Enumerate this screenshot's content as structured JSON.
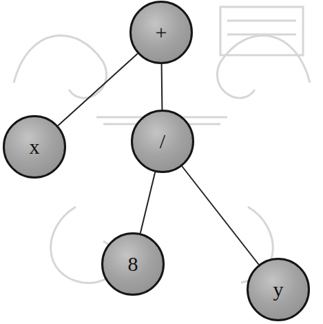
{
  "diagram": {
    "nodes": [
      {
        "text": [
          "+"
        ]
      },
      {
        "text": [
          "x"
        ]
      },
      {
        "text": [
          "/"
        ]
      },
      {
        "text": [
          "8"
        ]
      },
      {
        "text": [
          "y"
        ]
      }
    ],
    "edges": [
      {
        "from": 0,
        "to": 1,
        "arrow": "none"
      },
      {
        "from": 0,
        "to": 2,
        "arrow": "none"
      },
      {
        "from": 2,
        "to": 3,
        "arrow": "none"
      },
      {
        "from": 2,
        "to": 4,
        "arrow": "none"
      }
    ]
  }
}
